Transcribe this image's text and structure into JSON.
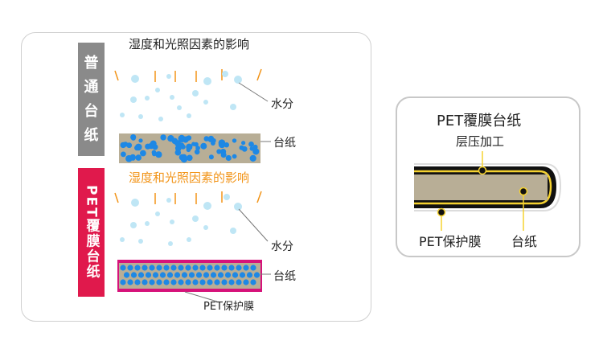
{
  "left": {
    "normal_label": "普通台纸",
    "pet_label": "PET覆膜台纸",
    "title_top": "湿度和光照因素的影响",
    "title_bottom": "湿度和光照因素的影响",
    "water_top": "水分",
    "board_top": "台纸",
    "water_bottom": "水分",
    "board_bottom": "台纸",
    "pet_film": "PET保护膜"
  },
  "right": {
    "title": "PET覆膜台纸",
    "lamination": "层压加工",
    "pet_film": "PET保护膜",
    "board": "台纸"
  },
  "colors": {
    "gray_label": "#8a8a8a",
    "pink_label": "#e0194c",
    "orange": "#f29418",
    "board": "#b8ae96",
    "blue_dot": "#1e88e5",
    "water_drop": "#bfe6f5",
    "magenta_film": "#d6127a"
  }
}
